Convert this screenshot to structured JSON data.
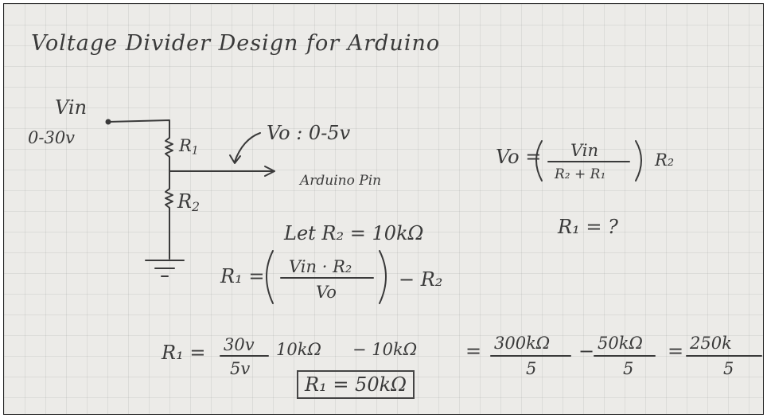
{
  "title": "Voltage Divider Design for Arduino",
  "circuit": {
    "vin_label": "Vin",
    "vin_range": "0-30v",
    "r1_label": "R",
    "r1_sub": "1",
    "r2_label": "R",
    "r2_sub": "2",
    "vo_label": "Vo : 0-5v",
    "output_label": "Arduino Pin"
  },
  "formula": {
    "lhs": "Vo =",
    "numerator": "Vin",
    "denominator": "R₂ + R₁",
    "multiplier": "R₂"
  },
  "unknown": "R₁ = ?",
  "assumption": "Let R₂ = 10kΩ",
  "rearranged": {
    "lhs": "R₁ =",
    "numerator": "Vin · R₂",
    "denominator": "Vo",
    "minus": "− R₂"
  },
  "calculation": {
    "lhs": "R₁ =",
    "frac1_num": "30v",
    "frac1_den": "5v",
    "term1": "10kΩ",
    "minus1": "− 10kΩ",
    "equals1": "=",
    "frac2_num": "300kΩ",
    "frac2_den": "5",
    "minus2": "−",
    "frac3_num": "50kΩ",
    "frac3_den": "5",
    "equals2": "=",
    "frac4_num": "250k",
    "frac4_den": "5"
  },
  "result": "R₁ = 50kΩ"
}
